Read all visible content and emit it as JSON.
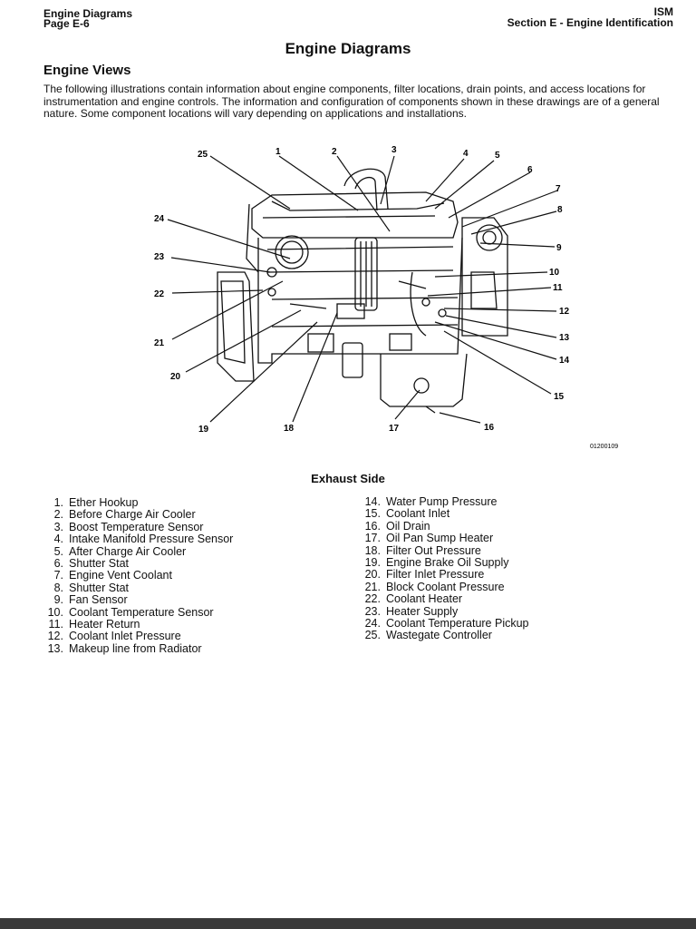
{
  "header": {
    "left_line1": "Engine Diagrams",
    "left_line2": "Page E-6",
    "right_line1": "ISM",
    "right_line2": "Section E - Engine Identification"
  },
  "title": "Engine Diagrams",
  "subtitle": "Engine Views",
  "intro": "The following illustrations contain information about engine components, filter locations, drain points, and access locations for instrumentation and engine controls. The information and configuration of components shown in these drawings are of a general nature. Some component locations will vary depending on applications and installations.",
  "figure": {
    "code": "01200109",
    "caption": "Exhaust Side",
    "callouts": [
      "1",
      "2",
      "3",
      "4",
      "5",
      "6",
      "7",
      "8",
      "9",
      "10",
      "11",
      "12",
      "13",
      "14",
      "15",
      "16",
      "17",
      "18",
      "19",
      "20",
      "21",
      "22",
      "23",
      "24",
      "25"
    ]
  },
  "legend_left": [
    {
      "num": "1.",
      "label": "Ether Hookup"
    },
    {
      "num": "2.",
      "label": "Before Charge Air Cooler"
    },
    {
      "num": "3.",
      "label": "Boost Temperature Sensor"
    },
    {
      "num": "4.",
      "label": "Intake Manifold Pressure Sensor"
    },
    {
      "num": "5.",
      "label": "After Charge Air Cooler"
    },
    {
      "num": "6.",
      "label": "Shutter Stat"
    },
    {
      "num": "7.",
      "label": "Engine Vent Coolant"
    },
    {
      "num": "8.",
      "label": "Shutter Stat"
    },
    {
      "num": "9.",
      "label": "Fan Sensor"
    },
    {
      "num": "10.",
      "label": "Coolant Temperature Sensor"
    },
    {
      "num": "11.",
      "label": "Heater Return"
    },
    {
      "num": "12.",
      "label": "Coolant Inlet Pressure"
    },
    {
      "num": "13.",
      "label": "Makeup line from Radiator"
    }
  ],
  "legend_right": [
    {
      "num": "14.",
      "label": "Water Pump Pressure"
    },
    {
      "num": "15.",
      "label": "Coolant Inlet"
    },
    {
      "num": "16.",
      "label": "Oil Drain"
    },
    {
      "num": "17.",
      "label": "Oil Pan Sump Heater"
    },
    {
      "num": "18.",
      "label": "Filter Out Pressure"
    },
    {
      "num": "19.",
      "label": "Engine Brake Oil Supply"
    },
    {
      "num": "20.",
      "label": "Filter Inlet Pressure"
    },
    {
      "num": "21.",
      "label": "Block Coolant Pressure"
    },
    {
      "num": "22.",
      "label": "Coolant Heater"
    },
    {
      "num": "23.",
      "label": "Heater Supply"
    },
    {
      "num": "24.",
      "label": "Coolant Temperature Pickup"
    },
    {
      "num": "25.",
      "label": "Wastegate Controller"
    }
  ]
}
